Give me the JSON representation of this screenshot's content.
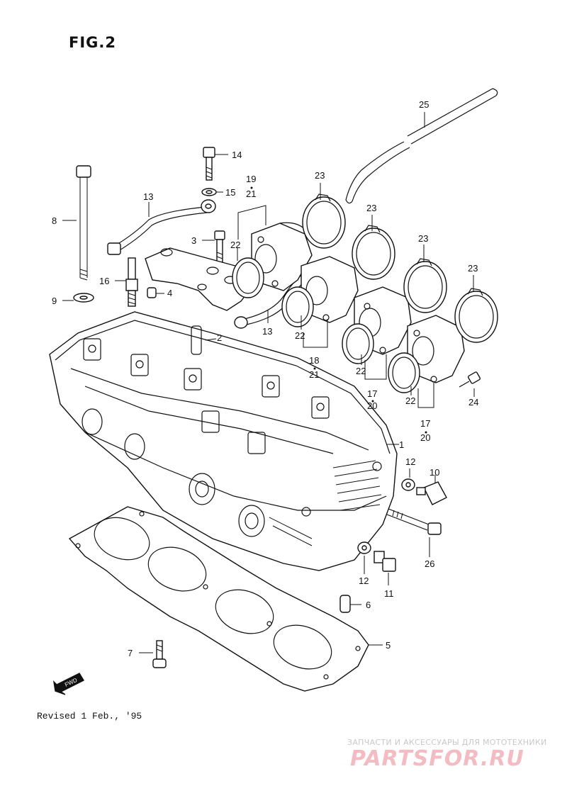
{
  "figure": {
    "title": "FIG.2"
  },
  "footer": {
    "revised": "Revised 1 Feb., '95"
  },
  "watermark": {
    "caption": "ЗАПЧАСТИ И АКСЕССУАРЫ ДЛЯ МОТОТЕХНИКИ",
    "logo": "PARTSFOR.RU"
  },
  "fwd_marker": {
    "label": "FWD",
    "icon": "forward-arrow-icon"
  },
  "callouts": {
    "c1": "1",
    "c2": "2",
    "c3": "3",
    "c4": "4",
    "c5": "5",
    "c6": "6",
    "c7": "7",
    "c8": "8",
    "c9": "9",
    "c10": "10",
    "c11": "11",
    "c12a": "12",
    "c12b": "12",
    "c13a": "13",
    "c13b": "13",
    "c14": "14",
    "c15": "15",
    "c16": "16",
    "c17a": "17",
    "c17b": "17",
    "c18": "18",
    "c19": "19",
    "c20a": "20",
    "c20b": "20",
    "c21a": "21",
    "c21b": "21",
    "c22a": "22",
    "c22b": "22",
    "c22c": "22",
    "c22d": "22",
    "c23a": "23",
    "c23b": "23",
    "c23c": "23",
    "c23d": "23",
    "c24": "24",
    "c25": "25",
    "c26": "26"
  }
}
